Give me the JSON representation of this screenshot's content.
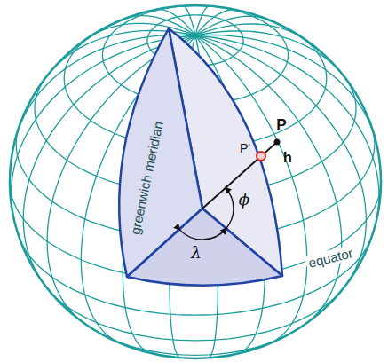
{
  "diagram": {
    "labels": [
      "greenwich meridian",
      "equator",
      "λ",
      "ϕ",
      "P",
      "P'",
      "h"
    ]
  }
}
